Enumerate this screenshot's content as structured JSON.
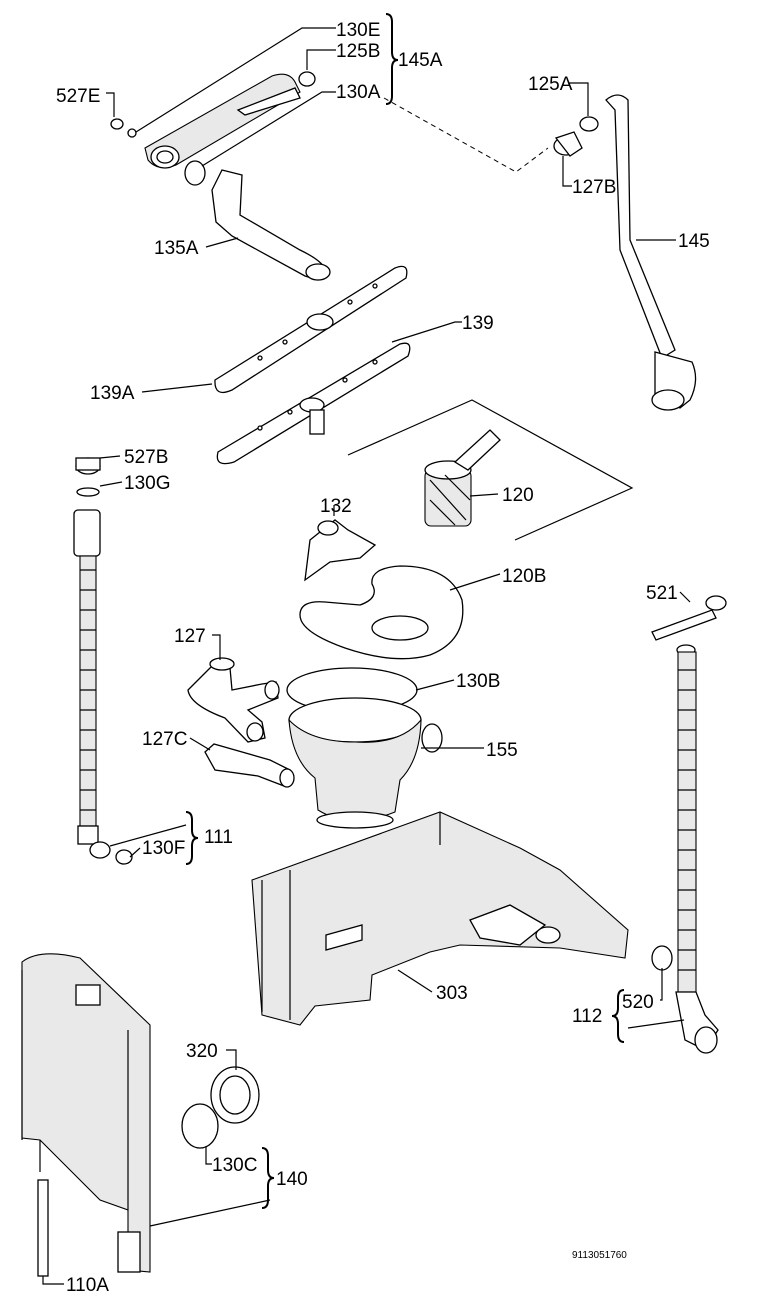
{
  "labels": {
    "l130E": "130E",
    "l125B": "125B",
    "l130A": "130A",
    "l145A": "145A",
    "l527E": "527E",
    "l125A": "125A",
    "l127B": "127B",
    "l135A": "135A",
    "l145": "145",
    "l139": "139",
    "l139A": "139A",
    "l527B": "527B",
    "l130G": "130G",
    "l120": "120",
    "l132": "132",
    "l120B": "120B",
    "l521": "521",
    "l127": "127",
    "l130B": "130B",
    "l127C": "127C",
    "l155": "155",
    "l130F": "130F",
    "l111": "111",
    "l303": "303",
    "l520": "520",
    "l112": "112",
    "l320": "320",
    "l130C": "130C",
    "l140": "140",
    "l110A": "110A"
  },
  "drawing_number": "9113051760"
}
